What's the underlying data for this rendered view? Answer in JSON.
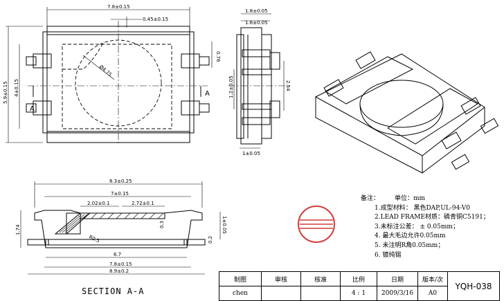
{
  "top_view": {
    "dims": {
      "width_overall": "7.8±0.15",
      "center_spacing": "0.45±0.15",
      "height_overall": "5.9±0.15",
      "inner_height": "4±0.15",
      "diameter": "Ø4.75",
      "lead_width": "0.76"
    },
    "section_marker": "A"
  },
  "side_view": {
    "dims": {
      "top_a": "1.8±0.05",
      "top_b": "1.6±0.05",
      "center_height": "1.2±0.05",
      "lead_pitch": "2.54",
      "bottom": "1±0.05"
    }
  },
  "section_view": {
    "dims": {
      "top_overall": "8.3±0.25",
      "inner_top": "7±0.15",
      "left_step": "2.02±0.1",
      "right_step": "2.72±0.1",
      "radius": "R0.5",
      "height_left": "1.74",
      "height_right": "1±0.05",
      "lip": "0.3",
      "foot": "0.2",
      "floor_width": "6.7",
      "bottom_overall": "7.8±0.15",
      "base_overall": "8.9±0.2"
    },
    "caption": "SECTION  A-A"
  },
  "notes": {
    "header": "备注：",
    "unit": "单位：mm",
    "items": [
      "1.成型材料： 黑色DAP,UL-94-V0",
      "2.LEAD  FRAME材质：磷青铜C5191；",
      "3.未标注公差：  ± 0.05mm；",
      "4.  最大毛边允许0.05mm",
      "5.  未注明R角0.05mm；",
      "6.  镀纯锡"
    ]
  },
  "title_block": {
    "headers": [
      "制图",
      "审核",
      "核准",
      "比例",
      "日期",
      "版本/次"
    ],
    "values": [
      "chen",
      "",
      "",
      "4 : 1",
      "2009/3/16",
      "A0"
    ],
    "drawing_number": "YQH-038"
  },
  "colors": {
    "stamp": "#d23a3a",
    "line": "#000000"
  }
}
